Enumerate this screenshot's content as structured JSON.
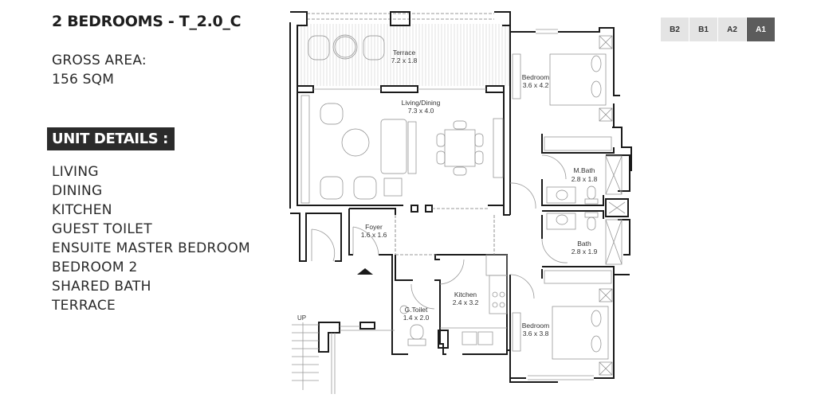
{
  "header": {
    "title": "2 BEDROOMS - T_2.0_C",
    "gross_area_label": "GROSS AREA:",
    "gross_area_value": "156 SQM"
  },
  "unit_details": {
    "heading": "UNIT DETAILS :",
    "items": [
      "LIVING",
      "DINING",
      "KITCHEN",
      "GUEST TOILET",
      "ENSUITE MASTER BEDROOM",
      "BEDROOM 2",
      "SHARED BATH",
      "TERRACE"
    ]
  },
  "unit_selector": {
    "tabs": [
      {
        "label": "B2",
        "active": false
      },
      {
        "label": "B1",
        "active": false
      },
      {
        "label": "A2",
        "active": false
      },
      {
        "label": "A1",
        "active": true
      }
    ],
    "active_color": "#5c5c5c",
    "inactive_color": "#e4e4e4"
  },
  "floor_plan": {
    "rooms": [
      {
        "name": "Terrace",
        "size": "7.2 x 1.8"
      },
      {
        "name": "Living/Dining",
        "size": "7.3 x 4.0"
      },
      {
        "name": "Bedroom",
        "size": "3.6 x 4.2"
      },
      {
        "name": "M.Bath",
        "size": "2.8 x 1.8"
      },
      {
        "name": "Bath",
        "size": "2.8 x 1.9"
      },
      {
        "name": "Foyer",
        "size": "1.6 x 1.6"
      },
      {
        "name": "Kitchen",
        "size": "2.4 x 3.2"
      },
      {
        "name": "G.Toilet",
        "size": "1.4 x 2.0"
      },
      {
        "name": "Bedroom",
        "size": "3.6 x 3.8"
      }
    ],
    "stair_label": "UP"
  }
}
